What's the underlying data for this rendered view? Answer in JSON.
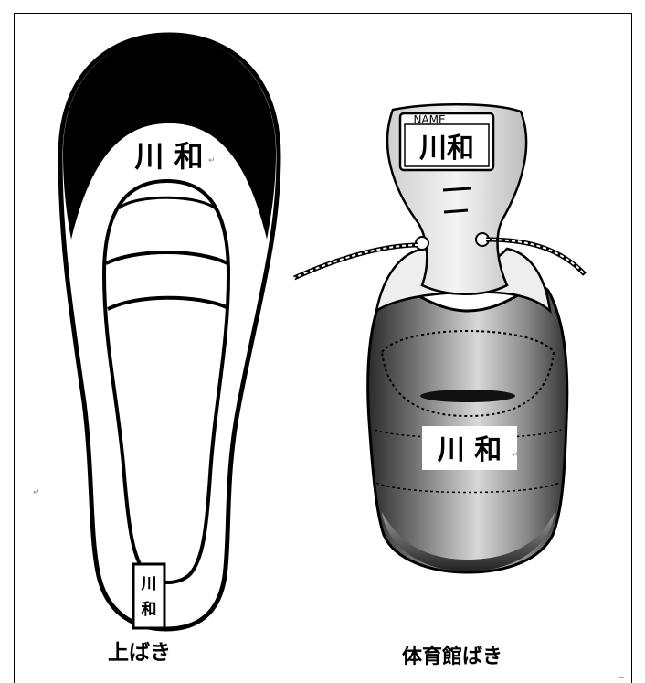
{
  "uwabaki": {
    "caption": "上ばき",
    "toe_name": "川 和",
    "heel_tag_line1": "川",
    "heel_tag_line2": "和"
  },
  "gym_shoe": {
    "caption": "体育館ばき",
    "tongue_tag_header": "NAME",
    "tongue_tag_name": "川和",
    "side_name": "川 和"
  },
  "colors": {
    "ink": "#000000",
    "paper": "#ffffff"
  },
  "marks": {
    "return_mark": "↵",
    "corner_mark": "⌐"
  }
}
